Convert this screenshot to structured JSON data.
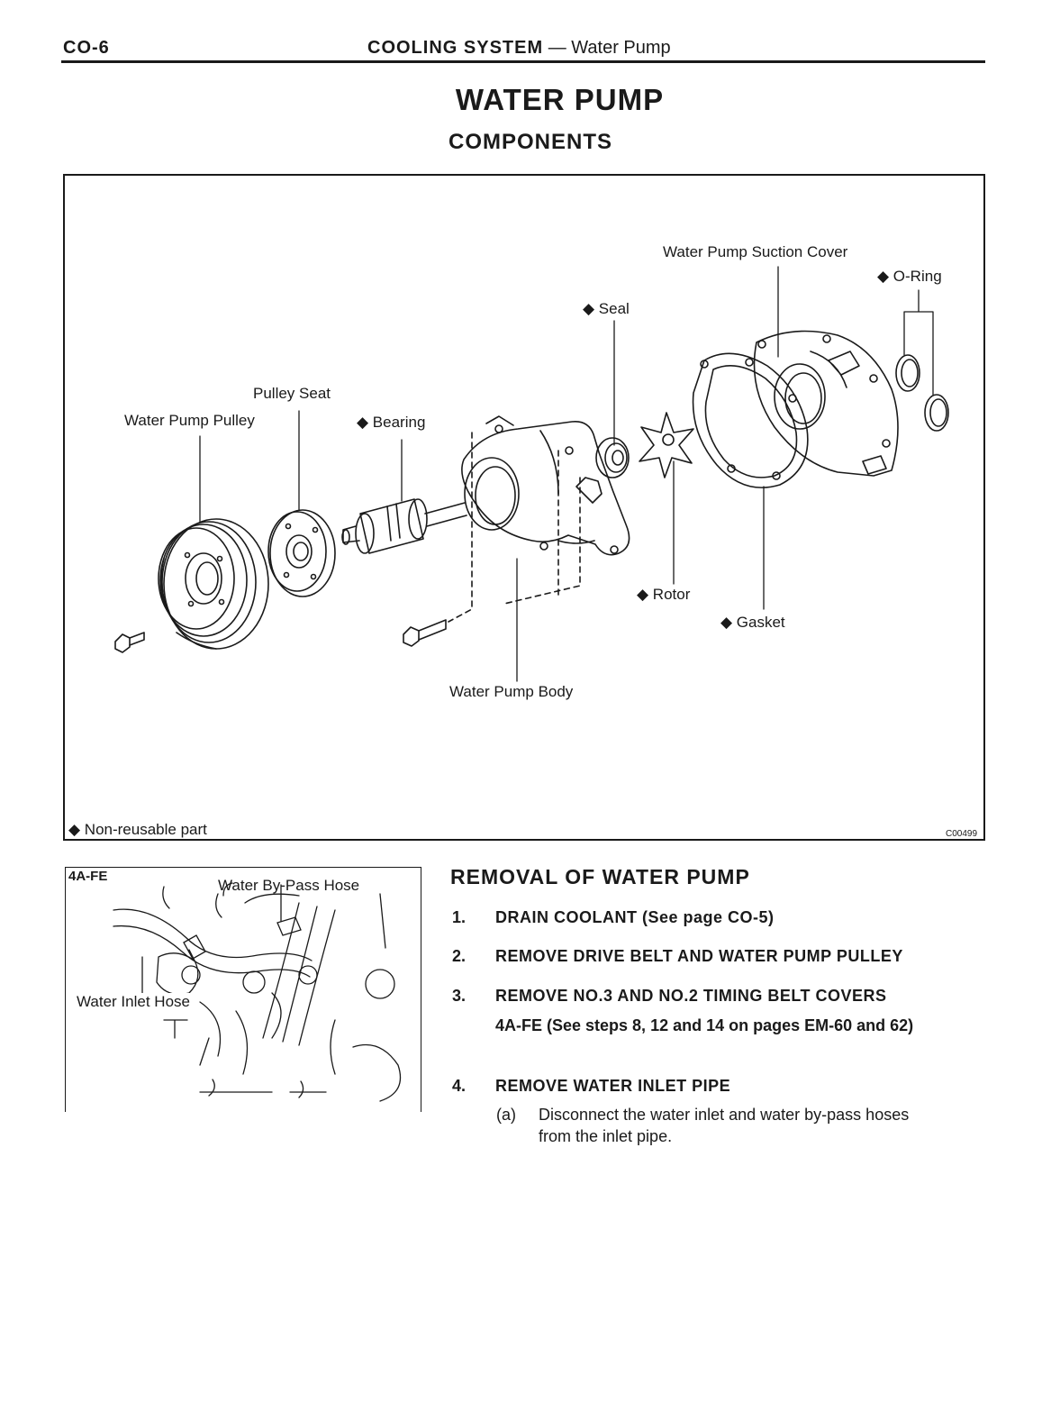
{
  "header": {
    "page_number": "CO-6",
    "section": "COOLING SYSTEM",
    "separator": "—",
    "subsection": "Water Pump"
  },
  "title": "WATER PUMP",
  "subtitle": "COMPONENTS",
  "figure": {
    "labels": {
      "suction_cover": "Water Pump Suction Cover",
      "o_ring": "◆ O-Ring",
      "seal": "◆ Seal",
      "pulley_seat": "Pulley Seat",
      "pulley": "Water Pump Pulley",
      "bearing": "◆ Bearing",
      "rotor": "◆ Rotor",
      "gasket": "◆ Gasket",
      "body": "Water Pump Body",
      "legend": "◆ Non-reusable part",
      "figure_id": "C00499"
    }
  },
  "inset": {
    "tag": "4A-FE",
    "bypass_hose": "Water By-Pass Hose",
    "inlet_hose": "Water Inlet Hose"
  },
  "removal": {
    "title": "REMOVAL OF WATER PUMP",
    "steps": [
      {
        "num": "1.",
        "text": "DRAIN COOLANT (See page CO-5)"
      },
      {
        "num": "2.",
        "text": "REMOVE DRIVE BELT AND WATER PUMP PULLEY"
      },
      {
        "num": "3.",
        "text": "REMOVE NO.3 AND NO.2 TIMING BELT COVERS",
        "note": "4A-FE (See steps 8, 12 and 14 on pages EM-60 and 62)"
      },
      {
        "num": "4.",
        "text": "REMOVE WATER INLET PIPE",
        "sub": {
          "label": "(a)",
          "line1": "Disconnect the water inlet and water by-pass hoses",
          "line2": "from the inlet pipe."
        }
      }
    ]
  }
}
